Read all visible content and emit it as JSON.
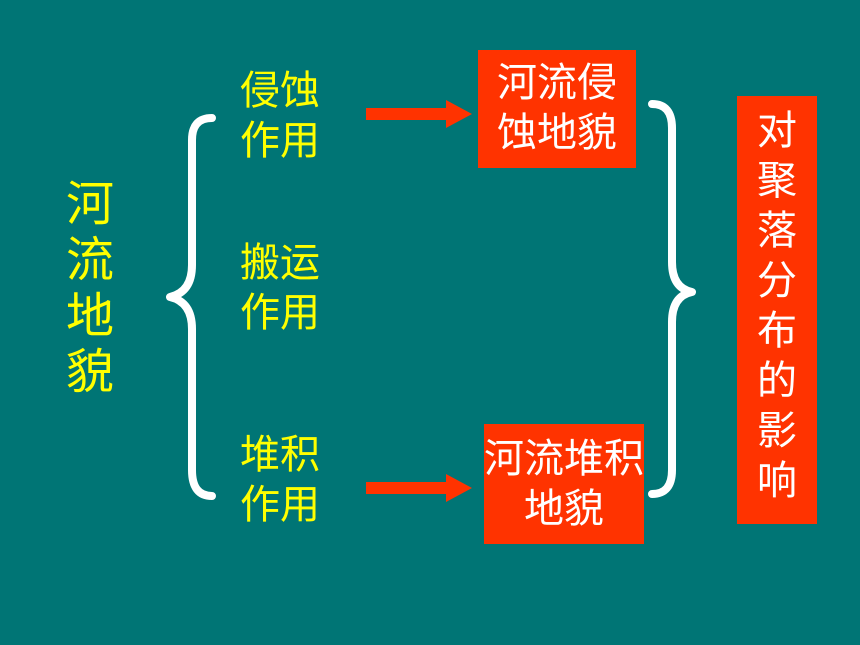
{
  "main_topic": "河流地貌",
  "processes": [
    {
      "label": "侵蚀作用"
    },
    {
      "label": "搬运作用"
    },
    {
      "label": "堆积作用"
    }
  ],
  "landforms": [
    {
      "label": "河流侵蚀地貌"
    },
    {
      "label": "河流堆积地貌"
    }
  ],
  "impact": "对聚落分布的影响",
  "colors": {
    "background": "#007575",
    "text_yellow": "#ffff00",
    "box_red": "#ff3300",
    "bracket_white": "#ffffff",
    "arrow_red": "#ff3300"
  }
}
